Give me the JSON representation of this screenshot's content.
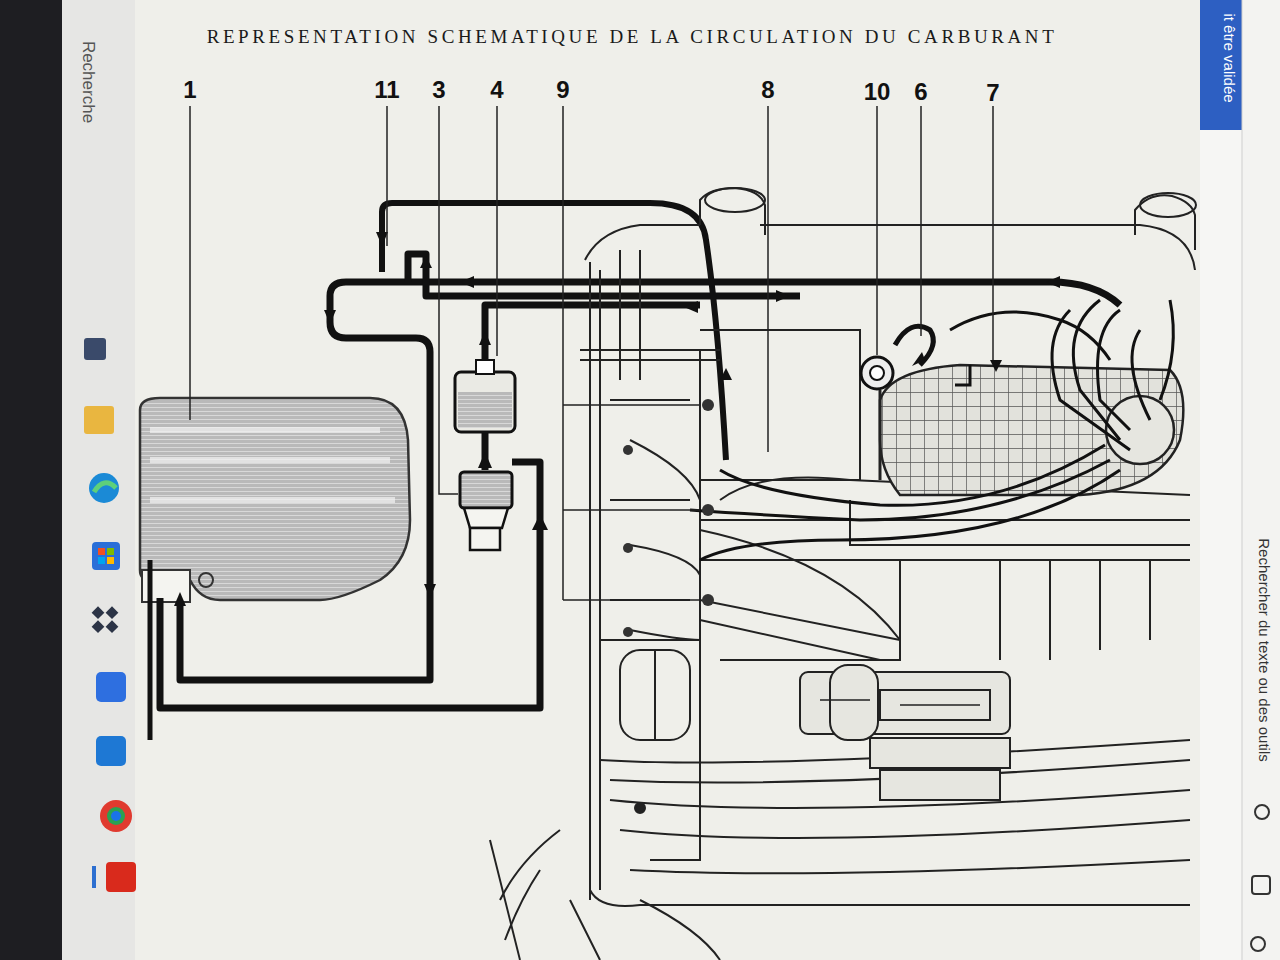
{
  "diagram": {
    "title": "REPRESENTATION SCHEMATIQUE DE LA CIRCULATION DU CARBURANT",
    "labels": [
      "1",
      "11",
      "3",
      "4",
      "9",
      "8",
      "10",
      "6",
      "7",
      "Recherche",
      "it être validée",
      "Rechercher du texte ou des outils"
    ]
  }
}
